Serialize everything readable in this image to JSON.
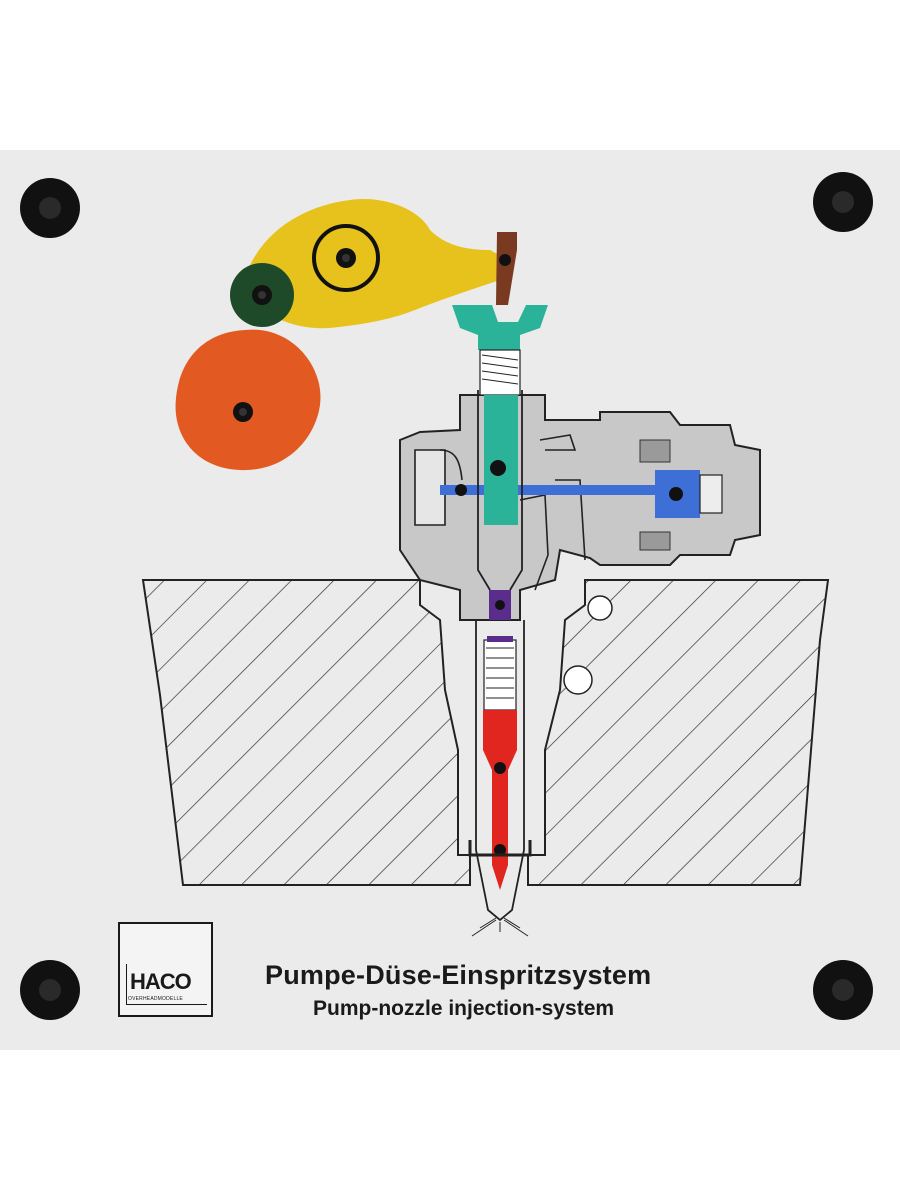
{
  "title": {
    "de": "Pumpe-Düse-Einspritzsystem",
    "en": "Pump-nozzle injection-system"
  },
  "logo": {
    "text": "HACO",
    "subtext": "OVERHEADMODELLE"
  },
  "colors": {
    "board": "#ebebeb",
    "rocker_arm": "#e8c21c",
    "roller": "#1e4a2a",
    "cam": "#e25a22",
    "adjust_screw": "#7a3a22",
    "plunger": "#2bb39a",
    "fuel_channel": "#3d6fd6",
    "valve_ball": "#5a2d8c",
    "nozzle_needle": "#e0261f",
    "hatching": "#333333"
  }
}
